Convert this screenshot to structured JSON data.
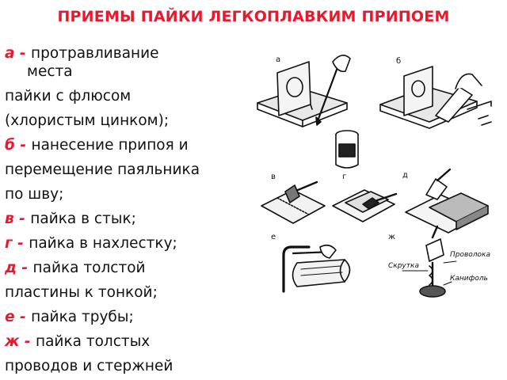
{
  "title": "ПРИЕМЫ ПАЙКИ ЛЕГКОПЛАВКИМ ПРИПОЕМ",
  "items": [
    {
      "key": "а - ",
      "text": "протравливание"
    },
    {
      "cont": "места"
    },
    {
      "cont": "пайки с флюсом"
    },
    {
      "cont": "(хлористым цинком);"
    },
    {
      "key": "б - ",
      "text": "нанесение припоя и"
    },
    {
      "cont": "перемещение паяльника"
    },
    {
      "cont": "по шву;"
    },
    {
      "key": "в - ",
      "text": "пайка в стык;"
    },
    {
      "key": "г - ",
      "text": "пайка в нахлестку;"
    },
    {
      "key": "д - ",
      "text": "пайка толстой"
    },
    {
      "cont": "пластины к тонкой;"
    },
    {
      "key": "е - ",
      "text": "пайка трубы;"
    },
    {
      "key": "ж - ",
      "text": "пайка толстых"
    },
    {
      "cont": "проводов и стержней"
    }
  ],
  "figure_labels": {
    "a": "а",
    "b": "б",
    "v": "в",
    "g": "г",
    "d": "д",
    "e": "е",
    "zh": "ж"
  },
  "figure_annotations": {
    "skrutka": "Скрутка",
    "provoloka": "Проволока",
    "kanifol": "Канифоль"
  }
}
